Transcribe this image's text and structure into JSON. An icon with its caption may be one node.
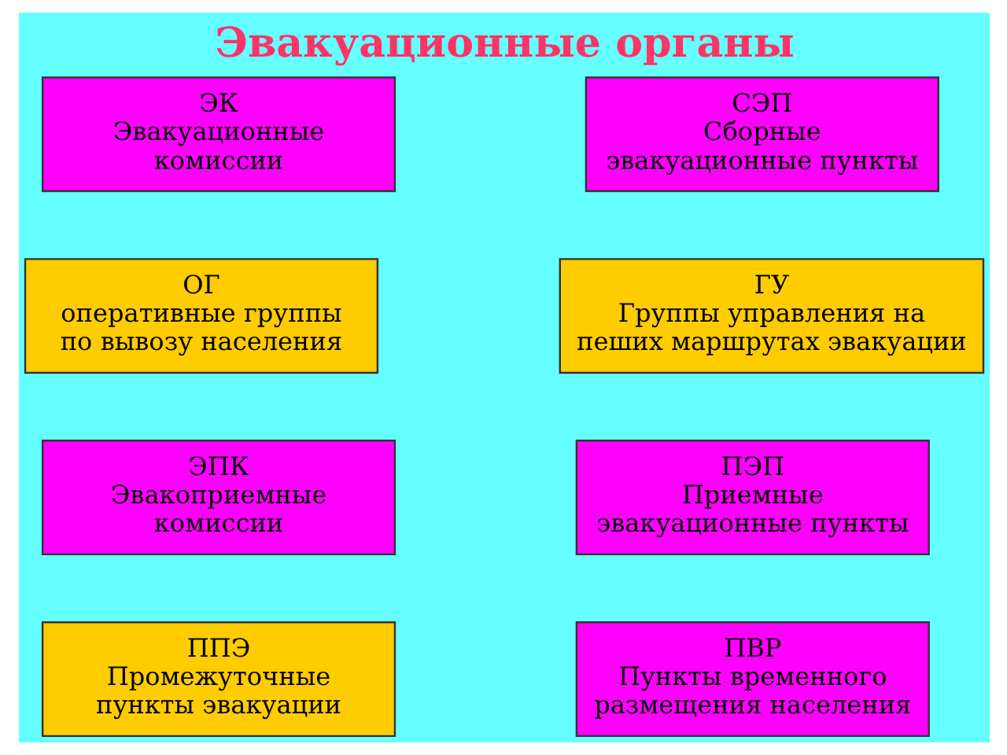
{
  "diagram": {
    "title": "Эвакуационные органы",
    "nodes": [
      {
        "text": [
          "ЭК",
          "Эвакуационные комиссии"
        ]
      },
      {
        "text": [
          "СЭП",
          "Сборные эвакуационные пункты"
        ]
      },
      {
        "text": [
          "ОГ",
          "оперативные группы по вывозу населения"
        ]
      },
      {
        "text": [
          "ГУ",
          "Группы управления на пеших маршрутах эвакуации"
        ]
      },
      {
        "text": [
          "ЭПК",
          "Эвакоприемные комиссии"
        ]
      },
      {
        "text": [
          "ПЭП",
          "Приемные эвакуационные пункты"
        ]
      },
      {
        "text": [
          "ППЭ",
          "Промежуточные пункты эвакуации"
        ]
      },
      {
        "text": [
          "ПВР",
          "Пункты временного размещения населения"
        ]
      }
    ]
  }
}
